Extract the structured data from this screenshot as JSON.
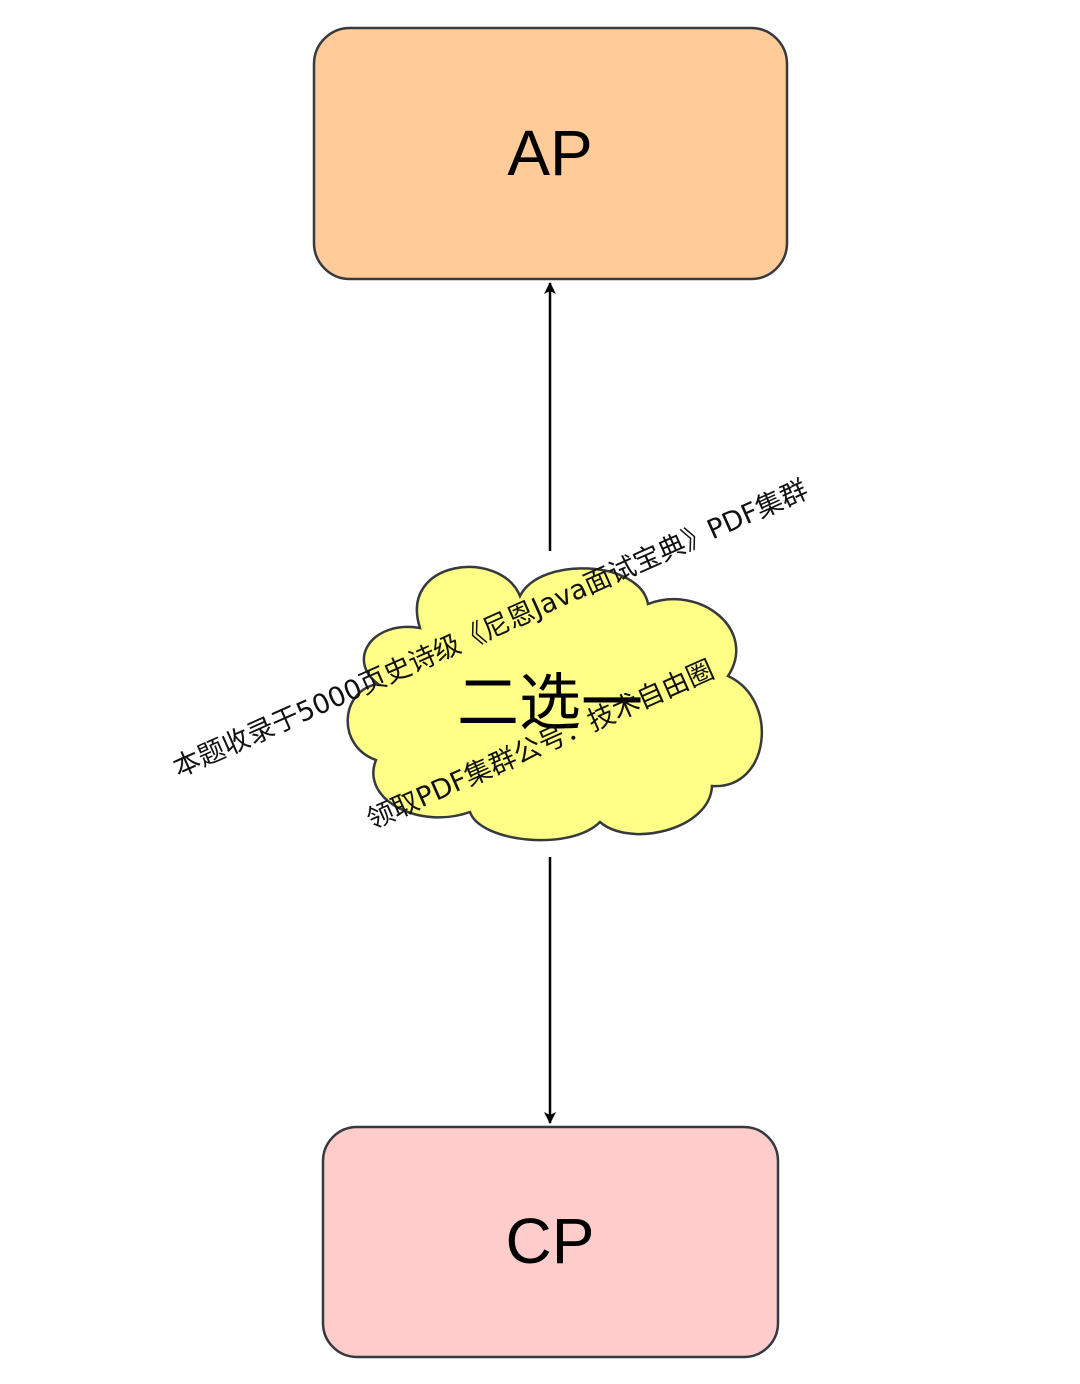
{
  "diagram": {
    "nodes": [
      {
        "id": "ap",
        "label": "AP",
        "shape": "rounded-rectangle",
        "fill": "#FFCC99",
        "stroke": "#36393D"
      },
      {
        "id": "choice",
        "label": "二选一",
        "shape": "cloud",
        "fill": "#FFFF88",
        "stroke": "#36393D"
      },
      {
        "id": "cp",
        "label": "CP",
        "shape": "rounded-rectangle",
        "fill": "#FFCCCC",
        "stroke": "#36393D"
      }
    ],
    "edges": [
      {
        "from": "choice",
        "to": "ap",
        "arrow": "end"
      },
      {
        "from": "choice",
        "to": "cp",
        "arrow": "end"
      }
    ]
  },
  "watermark": {
    "line1": "本题收录于5000页史诗级《尼恩Java面试宝典》PDF集群",
    "line2": "领取PDF集群公号：技术自由圈"
  },
  "colors": {
    "line": "#000000",
    "stroke": "#36393D",
    "background": "#FFFFFF"
  }
}
